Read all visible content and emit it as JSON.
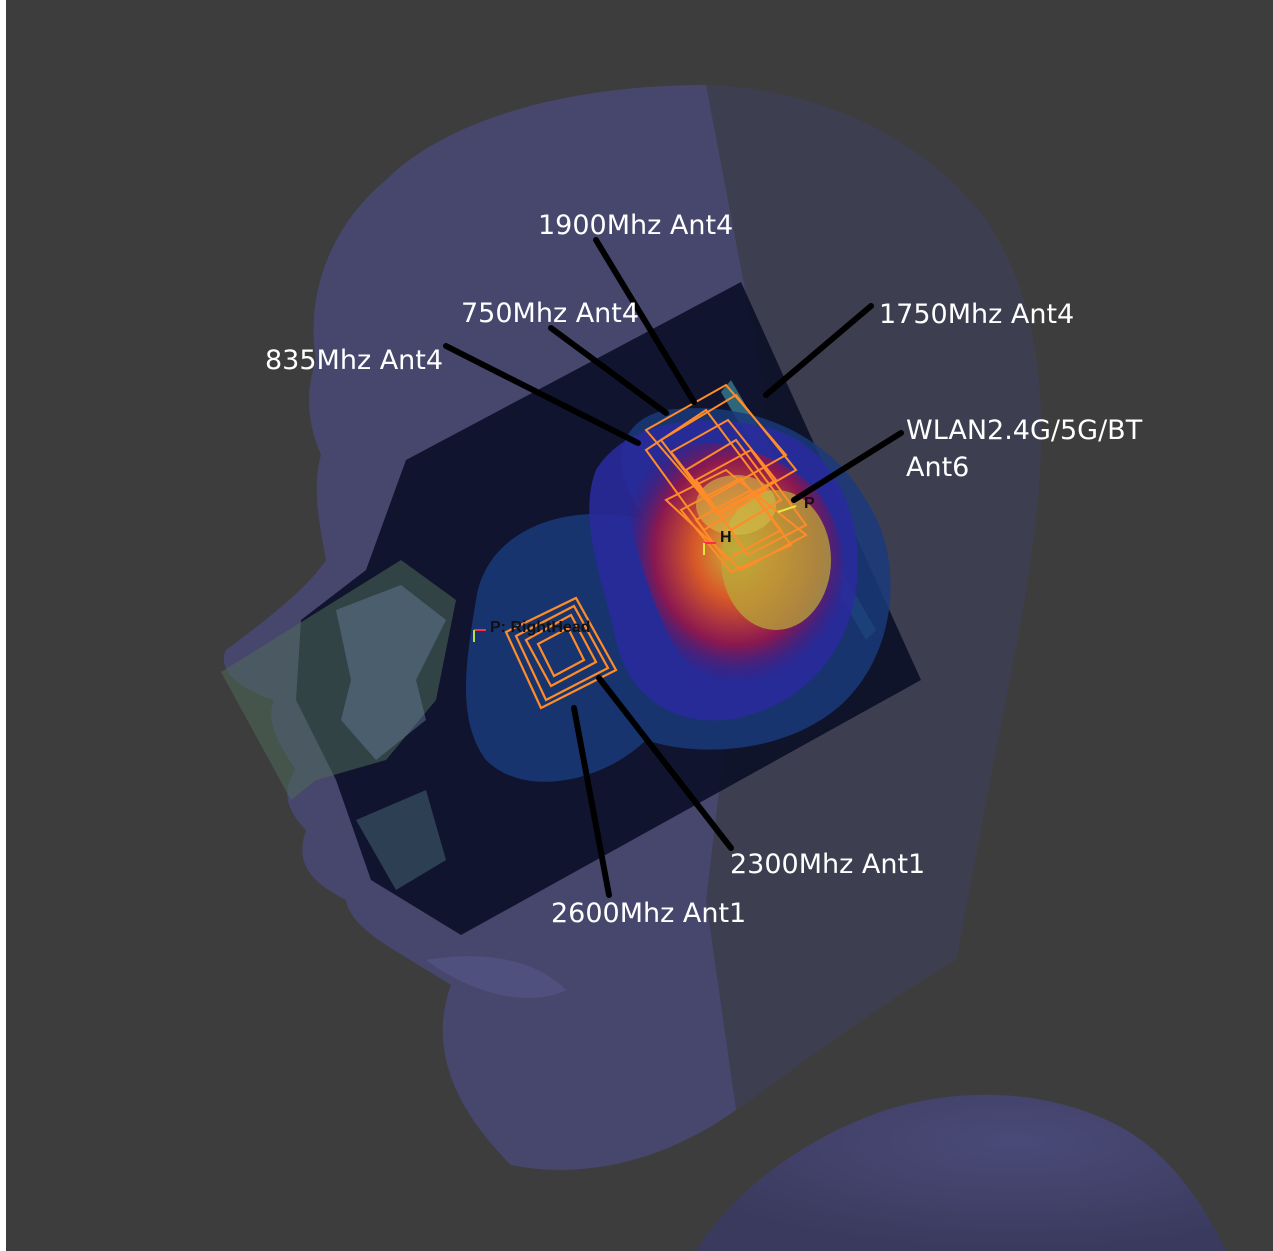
{
  "labels": {
    "ant4_1900": "1900Mhz Ant4",
    "ant4_750": "750Mhz Ant4",
    "ant4_1750": "1750Mhz Ant4",
    "ant4_835": "835Mhz Ant4",
    "wlan_line1": "WLAN2.4G/5G/BT",
    "wlan_line2": "Ant6",
    "ant1_2300": "2300Mhz Ant1",
    "ant1_2600": "2600Mhz Ant1"
  },
  "markers": {
    "probe": "P: RightHead",
    "h": "H",
    "p": "P"
  },
  "colors": {
    "background": "#3d3d3d",
    "head": "#4a4a78",
    "phone": "#0d1128",
    "antenna_outline": "#ff8c28",
    "leader_line": "#000000",
    "label_text": "#ffffff"
  }
}
